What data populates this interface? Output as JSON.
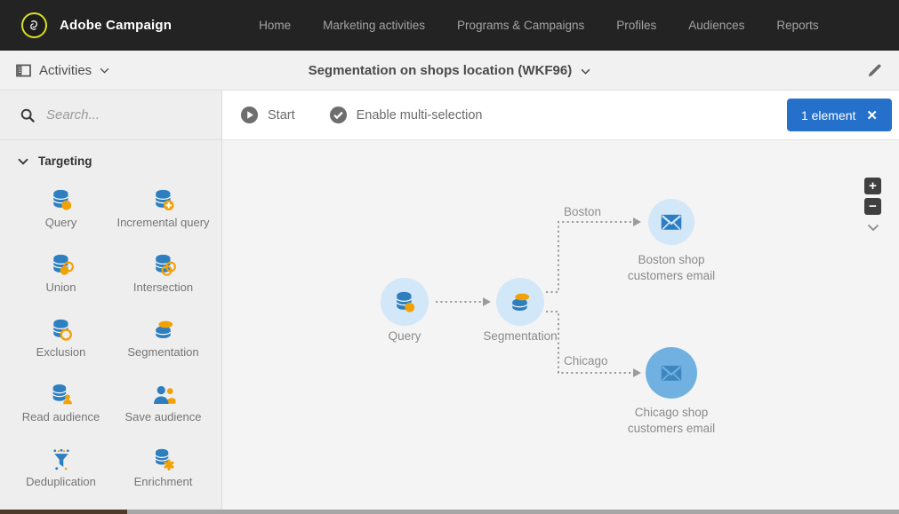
{
  "topnav": {
    "brand": "Adobe Campaign",
    "items": [
      {
        "label": "Home"
      },
      {
        "label": "Marketing activities"
      },
      {
        "label": "Programs & Campaigns"
      },
      {
        "label": "Profiles"
      },
      {
        "label": "Audiences"
      },
      {
        "label": "Reports"
      }
    ]
  },
  "header": {
    "explorer_label": "Activities",
    "title": "Segmentation on shops location (WKF96)"
  },
  "toolbar": {
    "start_label": "Start",
    "multiselect_label": "Enable multi-selection",
    "selection": {
      "label": "1 element",
      "close_glyph": "✕",
      "color": "#2470cb"
    }
  },
  "sidebar": {
    "search_placeholder": "Search...",
    "section_label": "Targeting",
    "items": [
      {
        "label": "Query",
        "icon": "query"
      },
      {
        "label": "Incremental query",
        "icon": "incremental-query"
      },
      {
        "label": "Union",
        "icon": "union"
      },
      {
        "label": "Intersection",
        "icon": "intersection"
      },
      {
        "label": "Exclusion",
        "icon": "exclusion"
      },
      {
        "label": "Segmentation",
        "icon": "segmentation"
      },
      {
        "label": "Read audience",
        "icon": "read-audience"
      },
      {
        "label": "Save audience",
        "icon": "save-audience"
      },
      {
        "label": "Deduplication",
        "icon": "deduplication"
      },
      {
        "label": "Enrichment",
        "icon": "enrichment"
      }
    ]
  },
  "canvas": {
    "nodes": [
      {
        "id": "query",
        "label": "Query",
        "icon": "query",
        "selected": false
      },
      {
        "id": "segmentation",
        "label": "Segmentation",
        "icon": "segmentation",
        "selected": false
      },
      {
        "id": "boston-email",
        "label": "Boston shop customers email",
        "icon": "email",
        "selected": false
      },
      {
        "id": "chicago-email",
        "label": "Chicago shop customers email",
        "icon": "email",
        "selected": true
      }
    ],
    "edges": [
      {
        "from": "query",
        "to": "segmentation",
        "label": ""
      },
      {
        "from": "segmentation",
        "to": "boston-email",
        "label": "Boston"
      },
      {
        "from": "segmentation",
        "to": "chicago-email",
        "label": "Chicago"
      }
    ],
    "zoom_in_glyph": "+",
    "zoom_out_glyph": "−",
    "colors": {
      "node_bg": "#d2e7f8",
      "node_selected_bg": "#70b1e2",
      "icon_blue": "#2e7fc0",
      "icon_orange": "#f2a104"
    }
  }
}
